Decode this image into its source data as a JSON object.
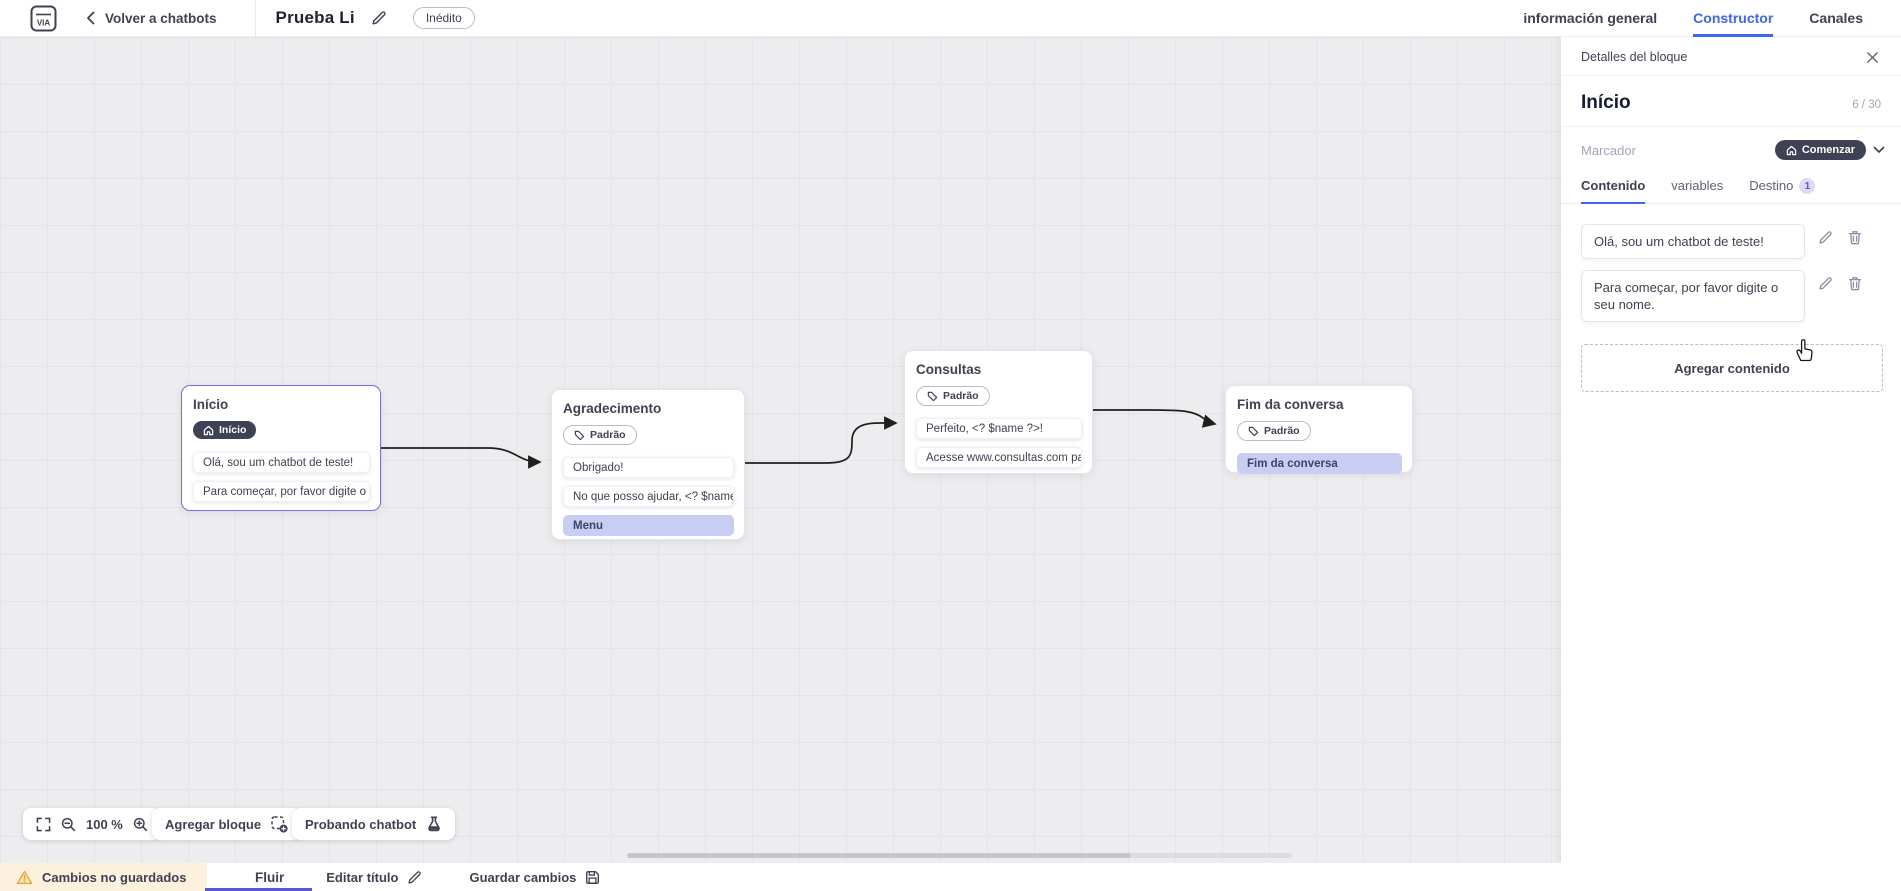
{
  "topbar": {
    "logo_text": "VIA",
    "back_label": "Volver a chatbots",
    "title": "Prueba Li",
    "status_badge": "Inédito",
    "tabs": [
      {
        "label": "información general",
        "active": false
      },
      {
        "label": "Constructor",
        "active": true
      },
      {
        "label": "Canales",
        "active": false
      }
    ]
  },
  "panel": {
    "header_title": "Detalles del bloque",
    "block_name": "Início",
    "name_counter": "6 / 30",
    "marker_label": "Marcador",
    "marker_value": "Comenzar",
    "tabs": [
      {
        "label": "Contenido",
        "active": true
      },
      {
        "label": "variables",
        "active": false
      },
      {
        "label": "Destino",
        "badge": "1",
        "active": false
      }
    ],
    "content_items": [
      {
        "text": "Olá, sou um chatbot de teste!"
      },
      {
        "text": "Para começar, por favor digite o seu nome."
      }
    ],
    "add_content_label": "Agregar contenido"
  },
  "canvas": {
    "nodes": [
      {
        "title": "Início",
        "badge": "Início",
        "badge_type": "start",
        "selected": true,
        "rows": [
          {
            "text": "Olá, sou um chatbot de teste!"
          },
          {
            "text": "Para começar, por favor digite o ..."
          }
        ]
      },
      {
        "title": "Agradecimento",
        "badge": "Padrão",
        "badge_type": "default",
        "rows": [
          {
            "text": "Obrigado!"
          },
          {
            "text": "No que posso ajudar, <? $name ..."
          },
          {
            "text": "Menu",
            "style": "action"
          }
        ]
      },
      {
        "title": "Consultas",
        "badge": "Padrão",
        "badge_type": "default",
        "rows": [
          {
            "text": "Perfeito, <? $name ?>!"
          },
          {
            "text": "Acesse www.consultas.com par..."
          }
        ]
      },
      {
        "title": "Fim da conversa",
        "badge": "Padrão",
        "badge_type": "default",
        "rows": [
          {
            "text": "Fim da conversa",
            "style": "action"
          }
        ]
      }
    ],
    "toolbar": {
      "zoom_level": "100 %",
      "add_block_label": "Agregar bloque",
      "test_chatbot_label": "Probando chatbot"
    }
  },
  "statusbar": {
    "unsaved_warning": "Cambios no guardados",
    "flow_tab_label": "Fluir",
    "edit_title_label": "Editar título",
    "save_label": "Guardar cambios"
  },
  "colors": {
    "accent_blue": "#3e66f6",
    "flow_underline": "#5558cf",
    "selected_node_border": "#7a6be8",
    "action_row_bg": "#c8cef3",
    "dark_pill": "#3f4254",
    "warning_bg": "#fcf1dc",
    "warning_icon": "#e9a23b"
  }
}
